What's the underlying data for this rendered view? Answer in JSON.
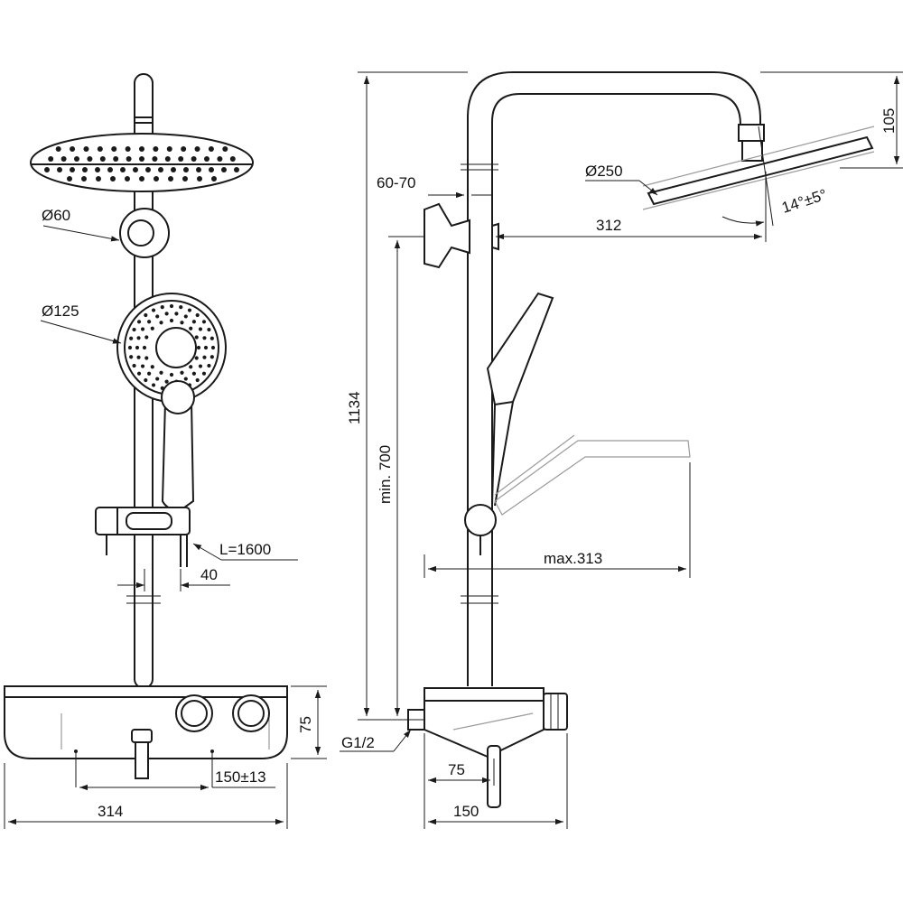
{
  "front_view": {
    "dim_head_top": "Ø60",
    "dim_handshower": "Ø125",
    "dim_hose": "L=1600",
    "dim_holder_offset": "40",
    "dim_body_height": "75",
    "dim_outlet_spacing": "150±13",
    "dim_total_width": "314"
  },
  "side_view": {
    "dim_wall_bracket": "60-70",
    "dim_head_diameter": "Ø250",
    "dim_arm_height": "105",
    "dim_arm_reach": "312",
    "dim_tilt": "14°±5°",
    "dim_total_height": "1134",
    "dim_min_height": "min. 700",
    "dim_max_reach": "max.313",
    "dim_thread": "G1/2",
    "dim_centre_depth": "75",
    "dim_body_depth": "150"
  },
  "colors": {
    "line": "#1a1a1a",
    "ghost": "#9a9a9a",
    "paper": "#ffffff"
  }
}
